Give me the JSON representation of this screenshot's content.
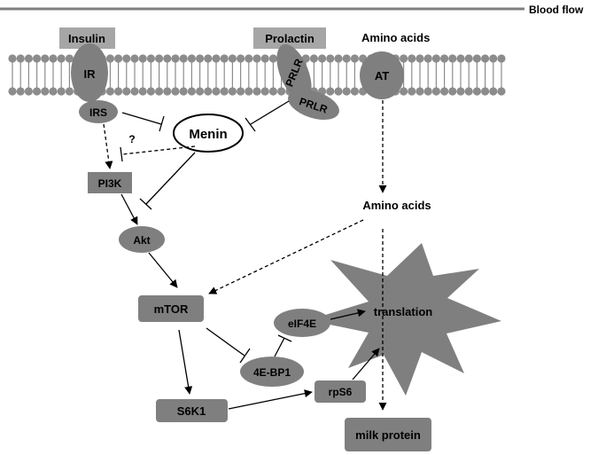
{
  "header": {
    "blood_flow": "Blood flow"
  },
  "ligands": {
    "insulin": "Insulin",
    "prolactin": "Prolactin",
    "amino_acids_top": "Amino acids"
  },
  "receptors": {
    "ir": "IR",
    "prlr_upper": "PRLR",
    "prlr_lower": "PRLR",
    "at": "AT"
  },
  "nodes": {
    "irs": "IRS",
    "menin": "Menin",
    "question": "?",
    "pi3k": "PI3K",
    "akt": "Akt",
    "amino_acids_mid": "Amino acids",
    "mtor": "mTOR",
    "eif4e": "eIF4E",
    "translation": "translation",
    "bp1": "4E-BP1",
    "s6k1": "S6K1",
    "rps6": "rpS6",
    "milk_protein": "milk protein"
  },
  "colors": {
    "node_dark": "#7f7f7f",
    "ligand_box": "#a6a6a6",
    "membrane": "#8c8c8c",
    "text": "#000000",
    "line": "#000000"
  }
}
